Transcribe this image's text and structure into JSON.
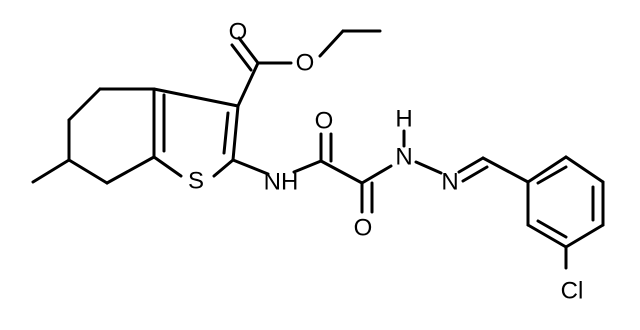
{
  "diagram": {
    "type": "chemical-structure",
    "atom_labels": {
      "carbonyl_o_ester": "O",
      "ester_o": "O",
      "oxalyl_o_top": "O",
      "oxalyl_o_bottom": "O",
      "hydrazide_nh": "H",
      "hydrazide_n1": "N",
      "hydrazone_n2": "N",
      "amide_nh": "NH",
      "thiophene_s": "S",
      "chlorine": "Cl"
    },
    "colors": {
      "ink": "#000000",
      "background": "#ffffff"
    }
  }
}
